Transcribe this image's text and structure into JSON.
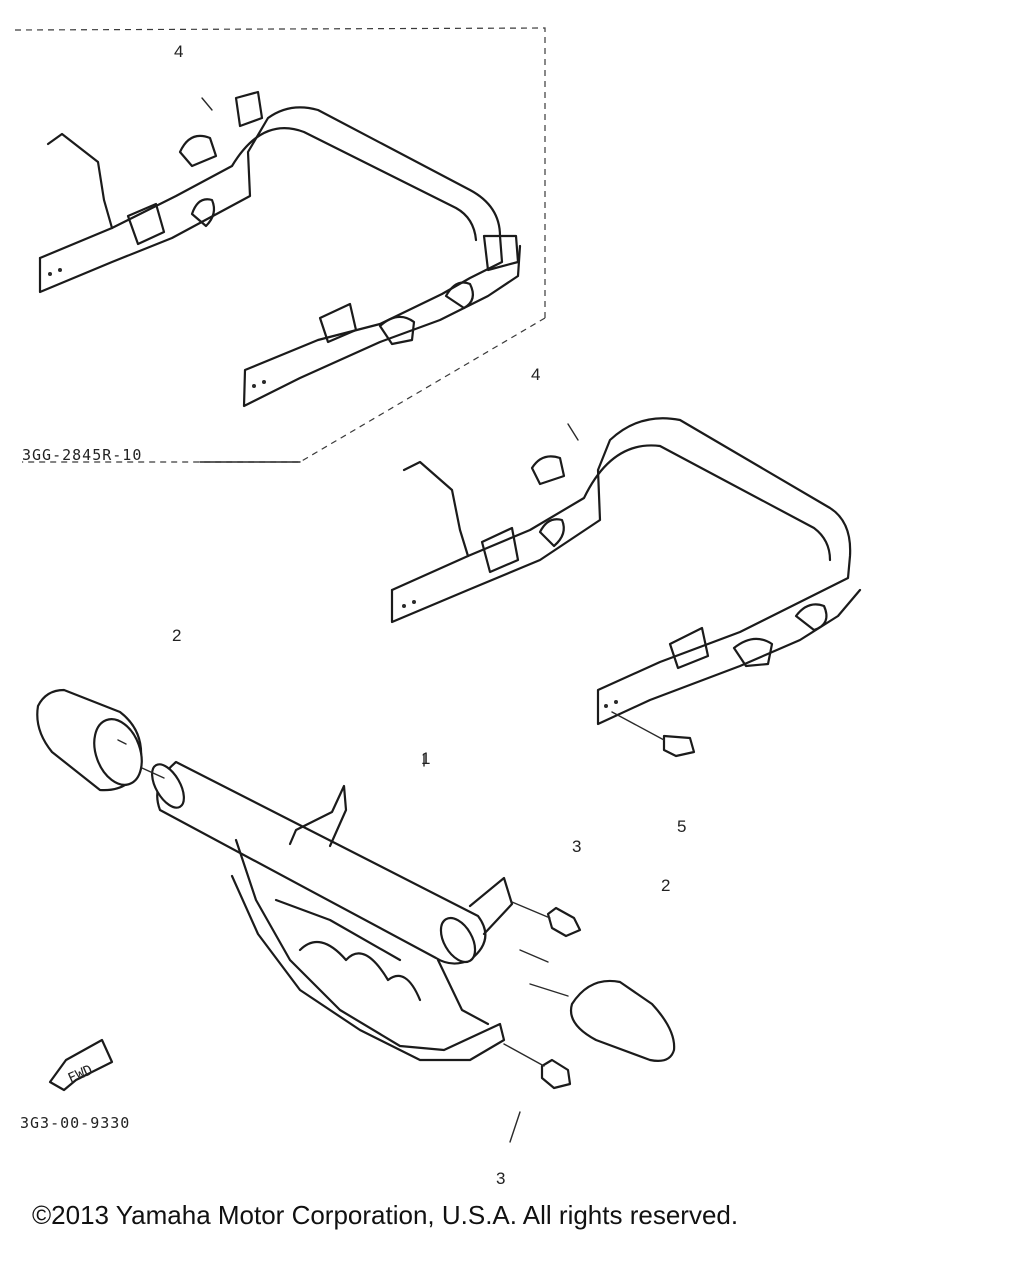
{
  "callouts": {
    "bracket_upper_4": "4",
    "bracket_lower_4": "4",
    "end_cap_left_2": "2",
    "guard_bar_1": "1",
    "bolt_right_5": "5",
    "bolt_upper_3": "3",
    "end_cap_right_2": "2",
    "bolt_lower_3": "3"
  },
  "part_codes": {
    "upper_bracket_code": "3GG-2845R-10",
    "figure_code": "3G3-00-9330"
  },
  "direction_marker": "FWD",
  "copyright": "©2013 Yamaha Motor Corporation, U.S.A. All rights reserved."
}
